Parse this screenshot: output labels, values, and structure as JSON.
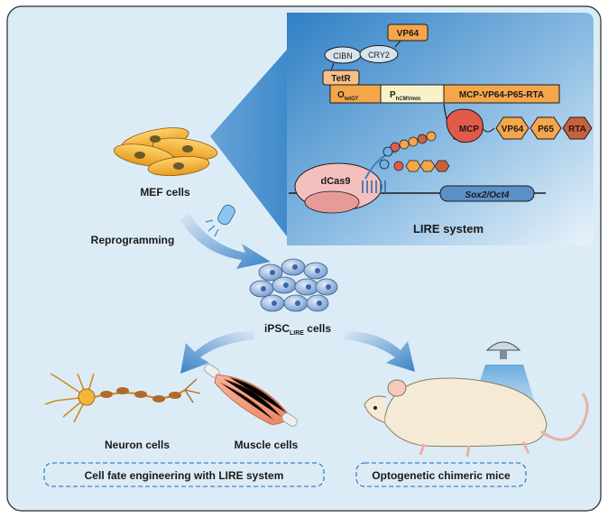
{
  "labels": {
    "vp64_top": "VP64",
    "cibn": "CIBN",
    "cry2": "CRY2",
    "tetr": "TetR",
    "o_main": "O",
    "o_sub": "tetO7",
    "p_main": "P",
    "p_sub": "hCMVmin",
    "construct_gene": "MCP-VP64-P65-RTA",
    "mcp": "MCP",
    "vp64": "VP64",
    "p65": "P65",
    "rta": "RTA",
    "dcas9": "dCas9",
    "target_gene": "Sox2/Oct4",
    "lire_system": "LIRE system",
    "mef_cells": "MEF cells",
    "reprogramming": "Reprogramming",
    "ipsc_main": "iPSC",
    "ipsc_sub": "LIRE",
    "ipsc_tail": " cells",
    "neuron_cells": "Neuron cells",
    "muscle_cells": "Muscle cells",
    "cell_fate": "Cell fate engineering with LIRE system",
    "optogenetic_mice": "Optogenetic chimeric mice"
  },
  "colors": {
    "panel_bg": "#dcecf6",
    "lire_panel": "#3d8fd0",
    "vp64_orange": "#f6a64a",
    "mcp_red": "#e35a4a",
    "rta_brown": "#c9623b",
    "dcas9_pink": "#f4c0bd",
    "sox2_blue": "#5b90c9",
    "arrow_blue": "#3b84c7",
    "cell_yellow": "#f2b63b",
    "ipsc_blue": "#7fa8d8",
    "mouse_beige": "#f4ead5"
  }
}
